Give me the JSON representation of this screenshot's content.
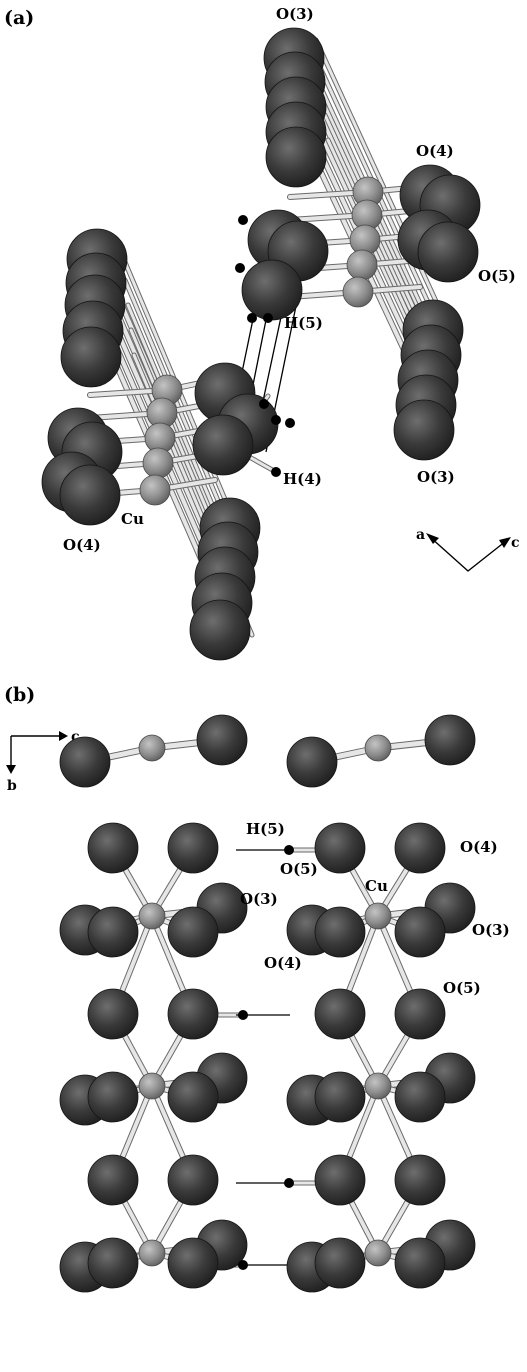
{
  "panel_a": {
    "label": "(a)",
    "atom_labels": {
      "o3_top": "O(3)",
      "o4_right": "O(4)",
      "o5_right": "O(5)",
      "h5": "H(5)",
      "h4": "H(4)",
      "o3_bottom": "O(3)",
      "cu": "Cu",
      "o4_left": "O(4)"
    },
    "axes": {
      "a": "a",
      "c": "c"
    }
  },
  "panel_b": {
    "label": "(b)",
    "atom_labels": {
      "h5": "H(5)",
      "o5": "O(5)",
      "o4_right": "O(4)",
      "cu": "Cu",
      "o3_left": "O(3)",
      "o3_right": "O(3)",
      "o4_mid": "O(4)",
      "o5_right": "O(5)"
    },
    "axes": {
      "c": "c",
      "b": "b"
    }
  },
  "colors": {
    "oxygen": "#3a3a3a",
    "copper": "#8c8c8c",
    "hydrogen": "#000000",
    "bond_fill": "#e6e6e6",
    "bond_outline": "#6a6a6a"
  }
}
